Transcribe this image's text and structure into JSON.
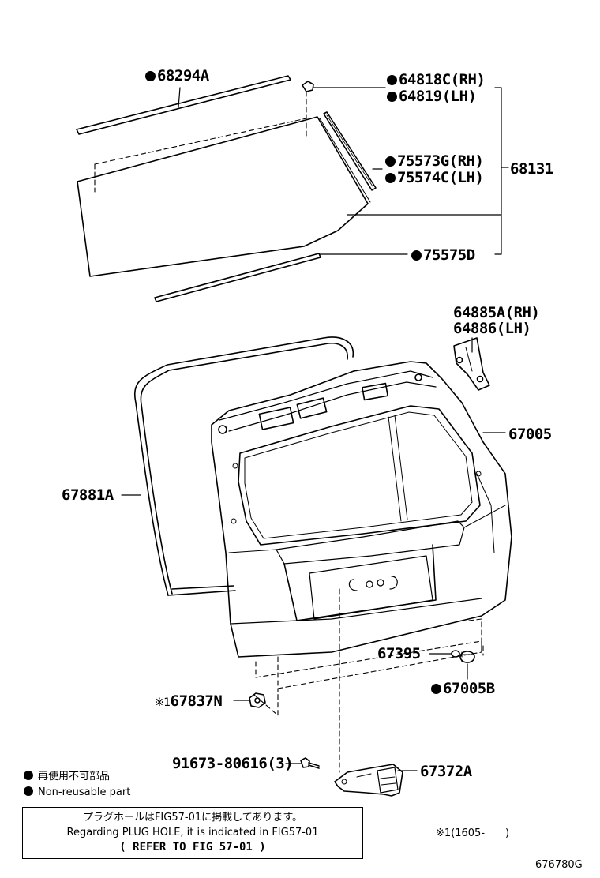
{
  "parts": {
    "p68294A": "68294A",
    "p64818C": "64818C(RH)",
    "p64819": "64819(LH)",
    "p75573G": "75573G(RH)",
    "p75574C": "75574C(LH)",
    "p68131": "68131",
    "p75575D": "75575D",
    "p64885A": "64885A(RH)",
    "p64886": "64886(LH)",
    "p67005": "67005",
    "p67881A": "67881A",
    "p67395": "67395",
    "p67005B": "67005B",
    "p67837N": "67837N",
    "p67837N_mark": "※1",
    "p91673": "91673-80616(3)",
    "p67372A": "67372A"
  },
  "legend": {
    "jp": "再使用不可部品",
    "en": "Non-reusable part"
  },
  "note": {
    "line1": "プラグホールはFIG57-01に掲載してあります。",
    "line2": "Regarding PLUG HOLE, it is indicated in FIG57-01",
    "line3": "( REFER TO FIG 57-01 )"
  },
  "footnote": "※1(1605-　　)",
  "figure_id": "676780G"
}
